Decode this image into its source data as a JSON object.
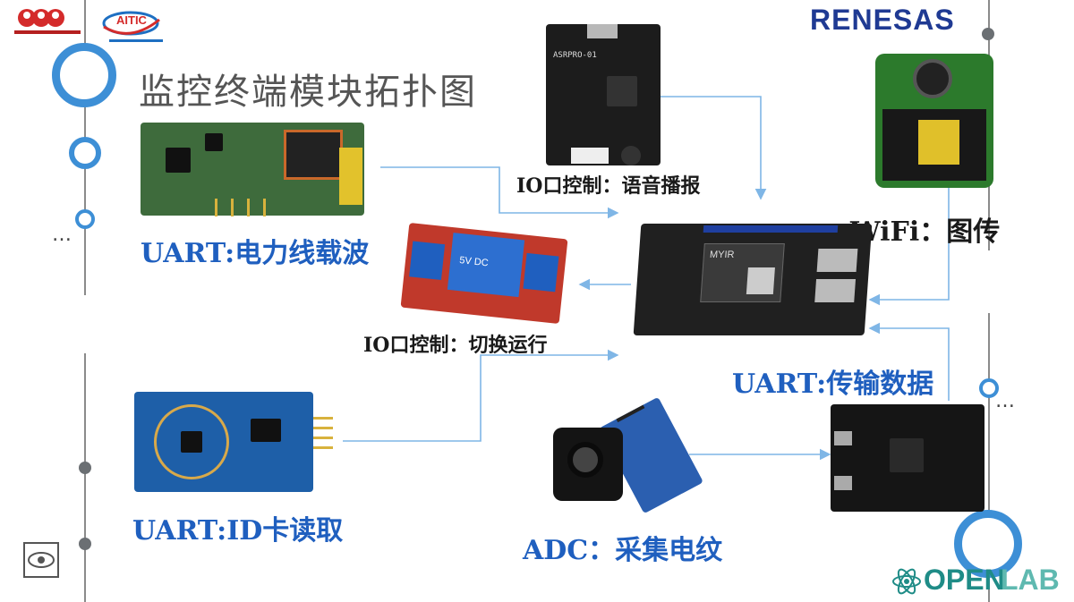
{
  "header": {
    "title": "监控终端模块拓扑图",
    "partner_logo_text": "AITIC",
    "brand_logo": "RENESAS",
    "footer_logo_prefix": "OPEN",
    "footer_logo_suffix": "LAB"
  },
  "modules": {
    "voice": {
      "label": "IO口控制：语音播报",
      "board_text": "ASRPRO-01"
    },
    "plc": {
      "label": "UART:电力线载波"
    },
    "wifi": {
      "label": "WiFi：图传"
    },
    "relay": {
      "label": "IO口控制：切换运行",
      "relay_text": "5V DC"
    },
    "main_board": {
      "board_text": "MYIR"
    },
    "uart_data": {
      "label": "UART:传输数据"
    },
    "rfid": {
      "label": "UART:ID卡读取"
    },
    "adc": {
      "label": "ADC：采集电纹"
    }
  },
  "decor": {
    "ellipsis_left": "…",
    "ellipsis_right": "…"
  },
  "colors": {
    "label_blue": "#1f5fbf",
    "arrow_blue": "#7fb6e6",
    "ring_blue": "#3d8fd6",
    "renesas_blue": "#1f3a93",
    "openlab_teal": "#1f8c87"
  }
}
